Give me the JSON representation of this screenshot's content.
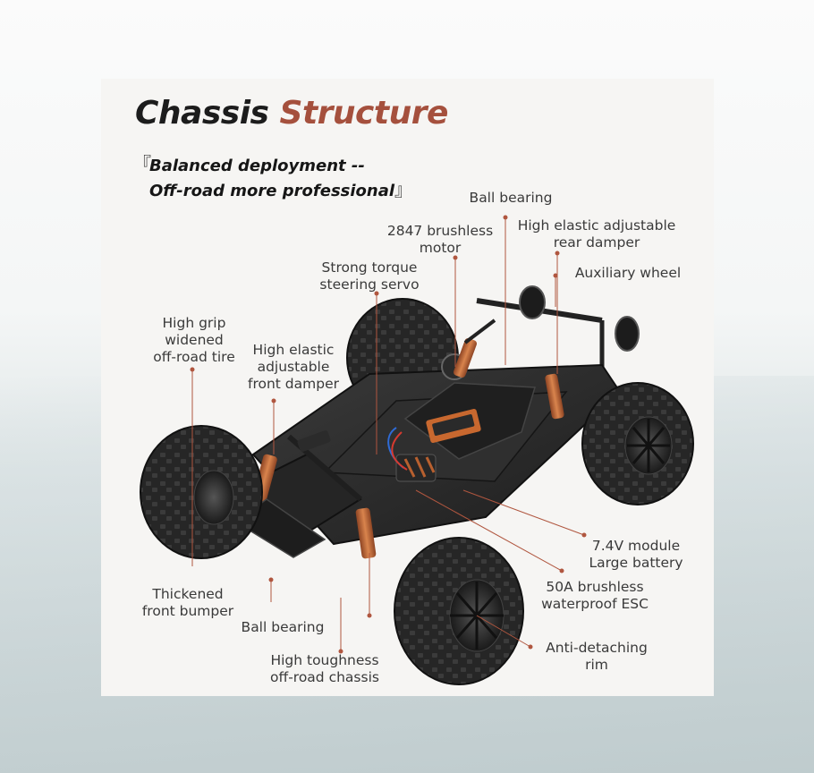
{
  "title": {
    "part1": "Chassis",
    "part2": "Structure"
  },
  "subtitle": {
    "line1": "Balanced deployment --",
    "line2": "Off-road more professional",
    "open_quote": "『",
    "close_quote": "』"
  },
  "labels": {
    "ball_bearing_top": "Ball bearing",
    "motor_1": "2847 brushless",
    "motor_2": "motor",
    "rear_damper_1": "High elastic adjustable",
    "rear_damper_2": "rear damper",
    "servo_1": "Strong torque",
    "servo_2": "steering servo",
    "aux_wheel": "Auxiliary wheel",
    "tire_1": "High grip",
    "tire_2": "widened",
    "tire_3": "off-road tire",
    "front_damper_1": "High elastic",
    "front_damper_2": "adjustable",
    "front_damper_3": "front damper",
    "battery_1": "7.4V module",
    "battery_2": "Large battery",
    "esc_1": "50A brushless",
    "esc_2": "waterproof ESC",
    "bumper_1": "Thickened",
    "bumper_2": "front bumper",
    "ball_bearing_bottom": "Ball bearing",
    "rim_1": "Anti-detaching",
    "rim_2": "rim",
    "chassis_1": "High toughness",
    "chassis_2": "off-road chassis"
  },
  "colors": {
    "accent": "#a5503d",
    "tire": "#222222",
    "chassis": "#2a2a2a",
    "damper": "#c46a3e",
    "leader_line": "#b0563f"
  }
}
